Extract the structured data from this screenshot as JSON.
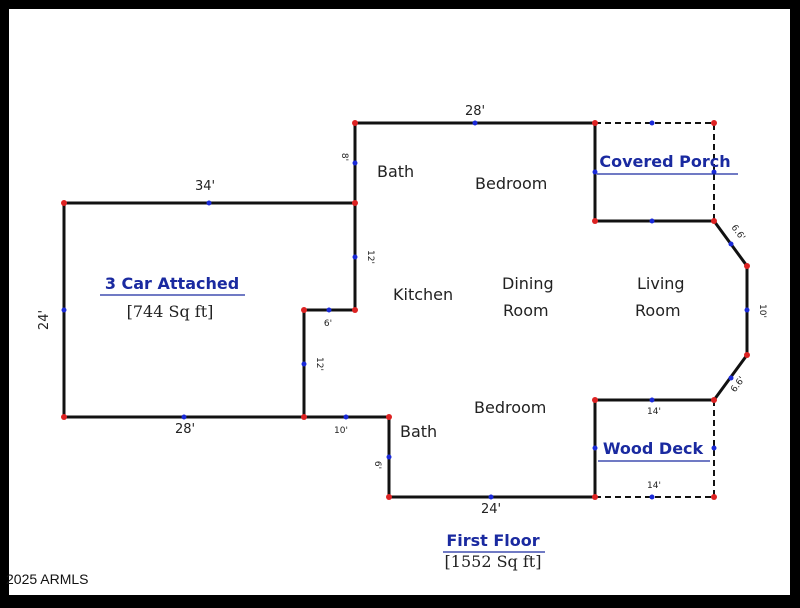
{
  "copyright": "2025 ARMLS",
  "rooms": {
    "bath_top": "Bath",
    "bedroom_top": "Bedroom",
    "kitchen": "Kitchen",
    "dining_1": "Dining",
    "dining_2": "Room",
    "living_1": "Living",
    "living_2": "Room",
    "bedroom_bottom": "Bedroom",
    "bath_bottom": "Bath"
  },
  "garage": {
    "title": "3 Car Attached",
    "area": "[744 Sq ft]"
  },
  "covered_porch": "Covered Porch",
  "wood_deck": "Wood Deck",
  "floor": {
    "title": "First Floor",
    "area": "[1552 Sq ft]"
  },
  "dimensions": {
    "top": "28'",
    "garage_top": "34'",
    "garage_left": "24'",
    "garage_bottom": "28'",
    "bottom": "24'",
    "top_step": "8'",
    "kitchen_wall": "12'",
    "notch_top": "6'",
    "notch_side": "12'",
    "notch_bottom": "10'",
    "bath_step": "6'",
    "bay_upper": "6.6'",
    "bay_right": "10'",
    "bay_lower": "6.6'",
    "deck_top": "14'",
    "deck_bottom": "14'"
  }
}
